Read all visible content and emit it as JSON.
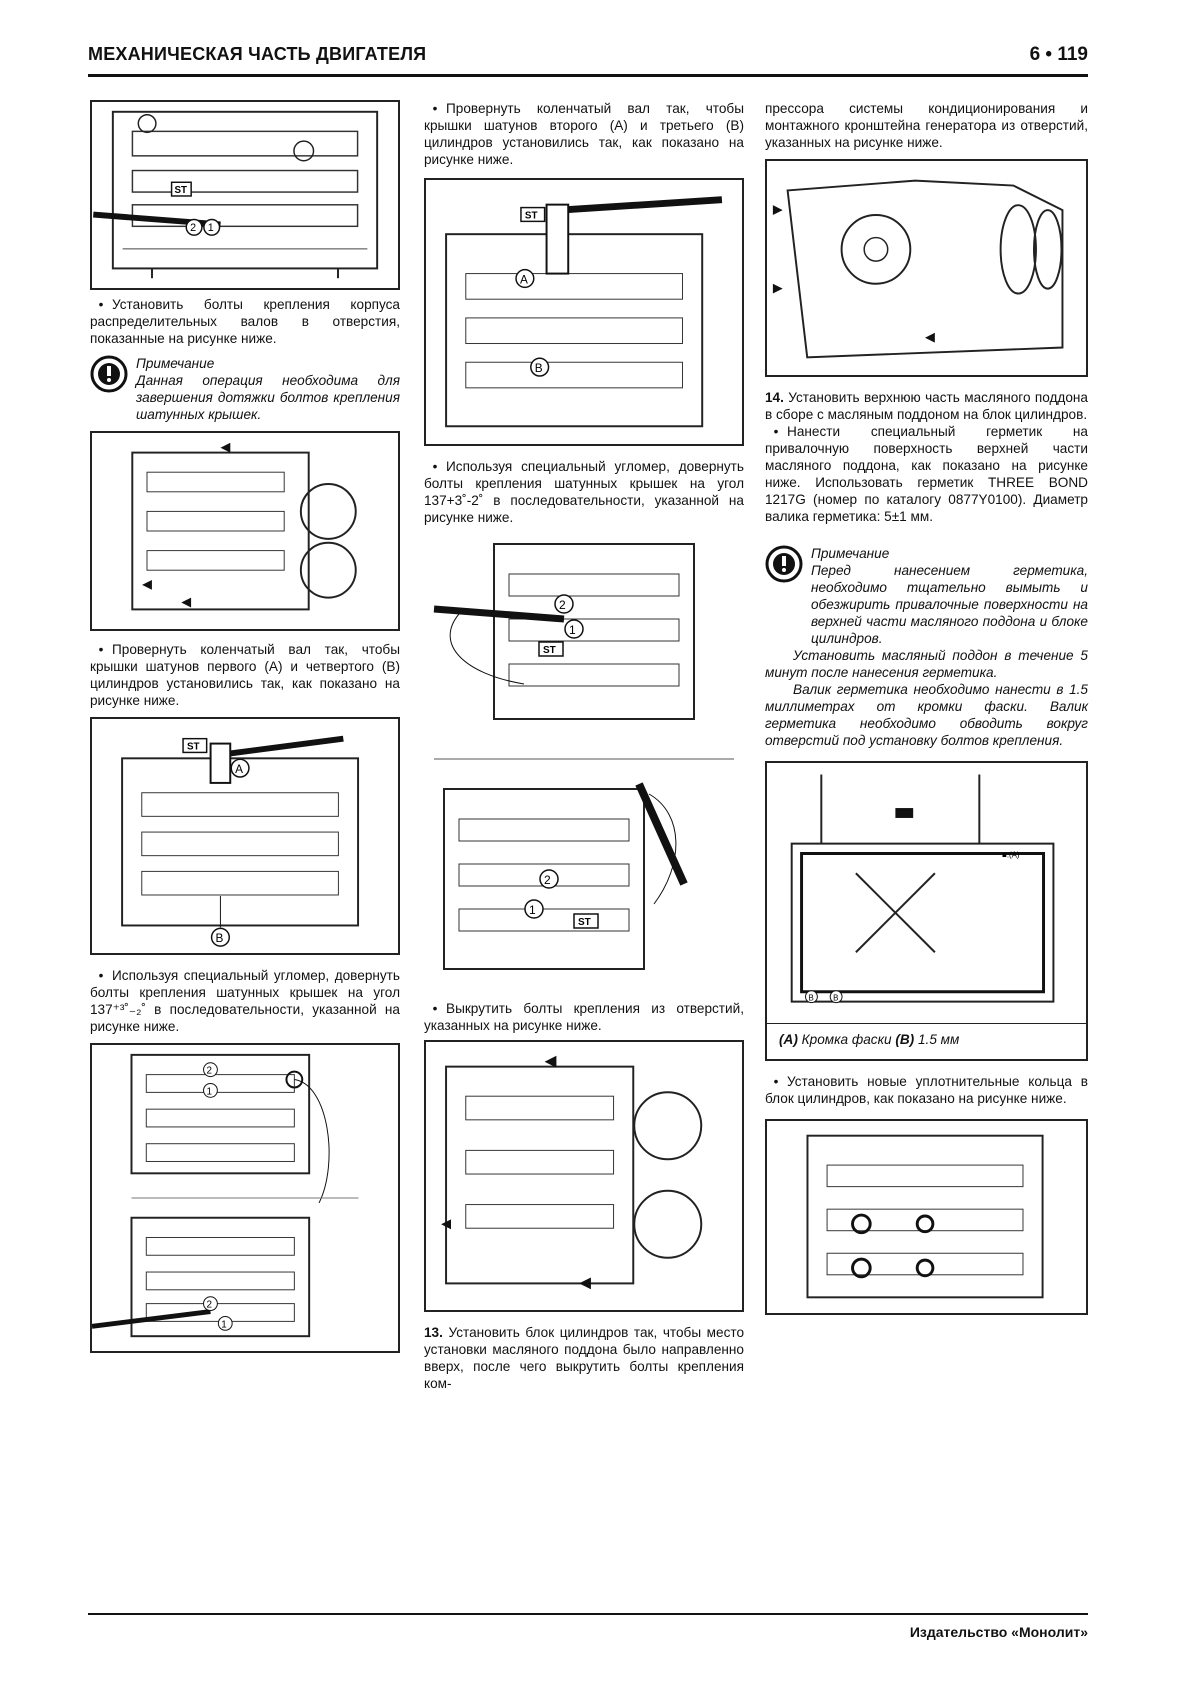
{
  "header": {
    "title": "МЕХАНИЧЕСКАЯ ЧАСТЬ ДВИГАТЕЛЯ",
    "page": "6 • 119"
  },
  "footer": {
    "publisher": "Издательство «Монолит»"
  },
  "col1": {
    "p1": "Установить болты крепления корпуса распределительных валов в отверстия, показанные на рисунке ниже.",
    "note_head": "Примечание",
    "note_text": "Данная операция необходима для завершения дотяжки болтов крепления шатунных крышек.",
    "p2": "Провернуть коленчатый вал так, чтобы крышки шатунов первого (А) и четвертого (В) цилиндров установились так, как показано на рисунке ниже.",
    "p3": "Используя специальный угломер, довернуть болты крепления шатунных крышек на угол 137⁺³˚₋₂˚ в последовательности, указанной на рисунке ниже."
  },
  "col2": {
    "p1": "Провернуть коленчатый вал так, чтобы крышки шатунов второго (А) и третьего (В) цилиндров установились так, как показано на рисунке ниже.",
    "p2": "Используя специальный угломер, довернуть болты крепления шатунных крышек на угол 137+3˚-2˚ в последовательности, указанной на рисунке ниже.",
    "p3": "Выкрутить болты крепления из отверстий, указанных на рисунке ниже.",
    "p4_num": "13.",
    "p4": "Установить блок цилиндров так, чтобы место установки масляного поддона было направленно вверх, после чего выкрутить болты крепления ком-"
  },
  "col3": {
    "p0": "прессора системы кондиционирования и монтажного кронштейна генератора из отверстий, указанных на рисунке ниже.",
    "p1_num": "14.",
    "p1": "Установить верхнюю часть масляного поддона в сборе с масляным поддоном на блок цилиндров.",
    "p2": "Нанести специальный герметик на привалочную поверхность верхней части масляного поддона, как показано на рисунке ниже. Использовать герметик THREE BOND 1217G (номер по каталогу 0877Y0100). Диаметр валика герметика: 5±1 мм.",
    "note_head": "Примечание",
    "note_t1": "Перед нанесением герметика, необходимо тщательно вымыть и обезжирить привалочные поверхности на верхней части масляного поддона и блоке цилиндров.",
    "note_t2": "Установить масляный поддон в течение 5 минут после нанесения герметика.",
    "note_t3": "Валик герметика необходимо нанести в 1.5 миллиметрах от кромки фаски. Валик герметика необходимо обводить вокруг отверстий под установку болтов крепления.",
    "cap_a": "(А)",
    "cap_a_text": " Кромка фаски ",
    "cap_b": "(В)",
    "cap_b_text": " 1.5 мм",
    "p3": "Установить новые уплотнительные кольца в блок цилиндров, как показано на рисунке ниже."
  },
  "labels": {
    "st": "ST",
    "a": "A",
    "b": "B",
    "n1": "1",
    "n2": "2",
    "fig_a": "■:(A)"
  }
}
